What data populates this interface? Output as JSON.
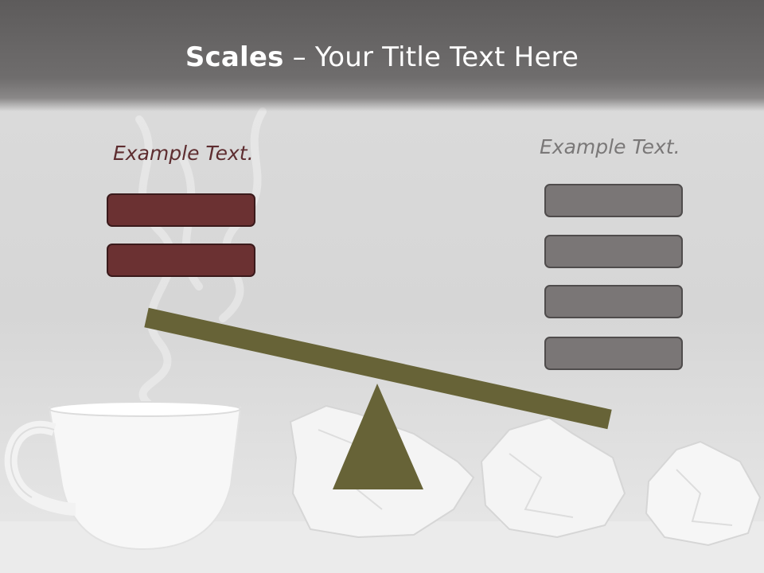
{
  "slide": {
    "title_bold": "Scales",
    "title_rest": " – Your Title Text Here"
  },
  "left_side": {
    "label": "Example Text.",
    "box_count": 2
  },
  "right_side": {
    "label": "Example Text.",
    "box_count": 4
  },
  "colors": {
    "left_box": "#6b3132",
    "right_box": "#7a7676",
    "beam": "#676337",
    "left_label": "#5e2d30",
    "right_label": "#7a7878"
  }
}
